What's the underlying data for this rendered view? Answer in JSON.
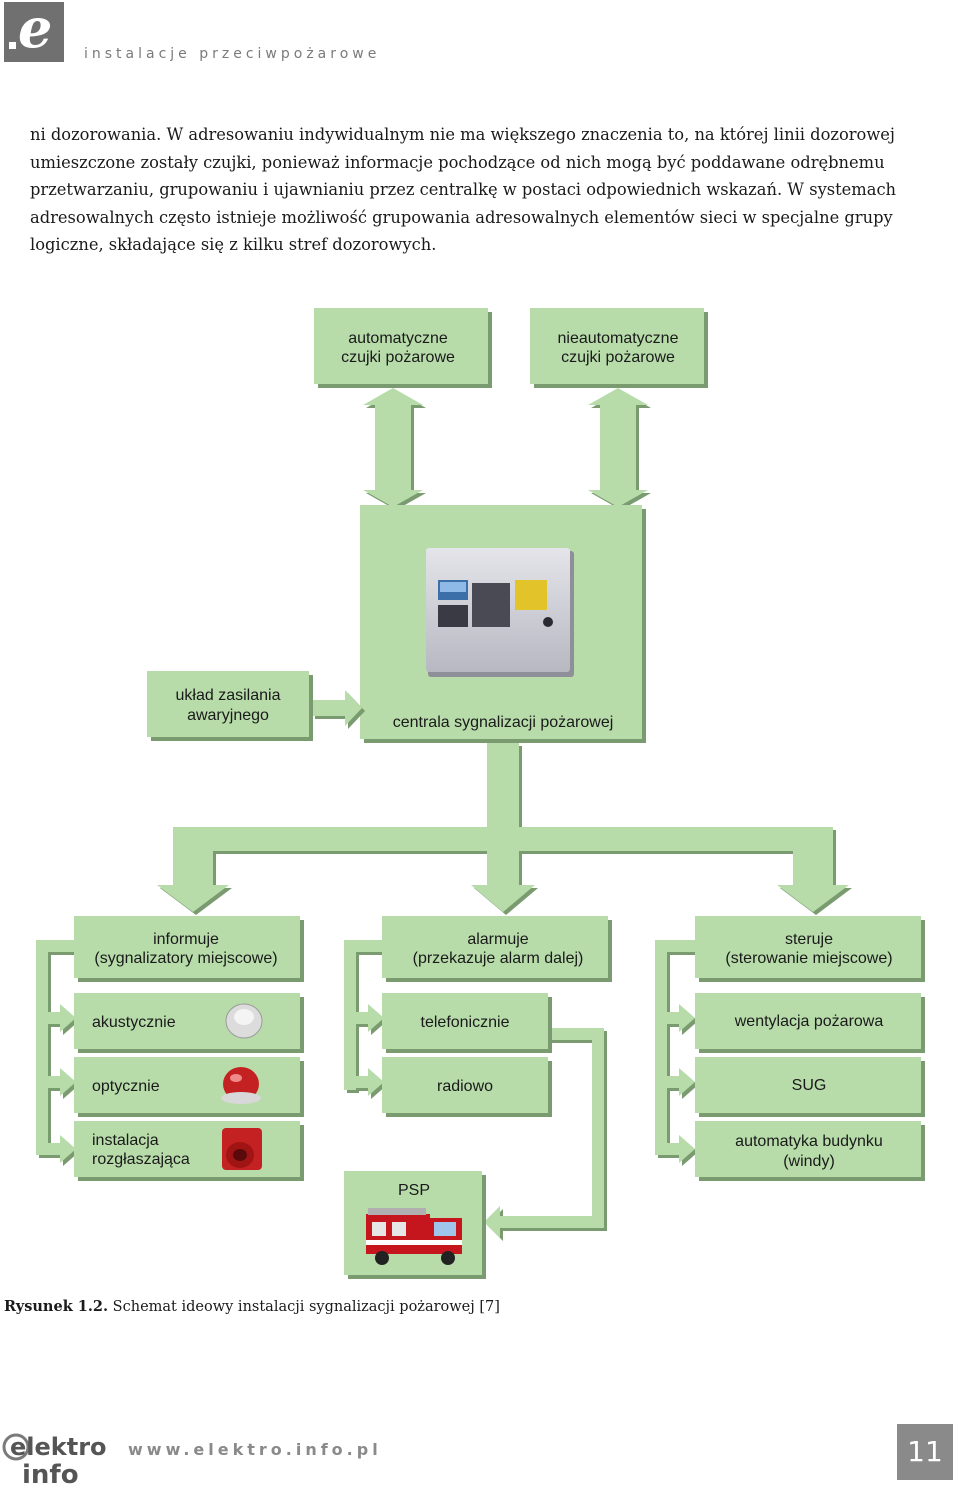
{
  "header": {
    "logo_letter": "e",
    "title": "instalacje przeciwpożarowe"
  },
  "body_text": "ni dozorowania. W adresowaniu indywidualnym nie ma większego znaczenia to, na której linii dozorowej umieszczone zostały czujki, ponieważ informacje pochodzące od nich mogą być poddawane odrębnemu przetwarzaniu, grupowaniu i ujawnianiu przez centralkę w postaci odpowiednich wskazań. W systemach adresowalnych często istnieje możliwość grupowania adresowalnych elementów sieci w specjalne grupy logiczne, składające się z kilku stref dozorowych.",
  "diagram": {
    "colors": {
      "box_fill": "#b7dcaa",
      "box_shadow": "#7a9a70",
      "arrow_fill": "#b7dcaa"
    },
    "auto_detectors": [
      "automatyczne",
      "czujki pożarowe"
    ],
    "manual_detectors": [
      "nieautomatyczne",
      "czujki pożarowe"
    ],
    "panel_label": "centrala sygnalizacji pożarowej",
    "power_supply": [
      "układ zasilania",
      "awaryjnego"
    ],
    "informs": [
      "informuje",
      "(sygnalizatory miejscowe)"
    ],
    "alarms": [
      "alarmuje",
      "(przekazuje alarm dalej)"
    ],
    "controls": [
      "steruje",
      "(sterowanie miejscowe)"
    ],
    "acoustic": "akustycznie",
    "optical": "optycznie",
    "pa_system": [
      "instalacja",
      "rozgłaszająca"
    ],
    "phone": "telefonicznie",
    "radio": "radiowo",
    "psp": "PSP",
    "ventilation": "wentylacja pożarowa",
    "sug": "SUG",
    "automation": [
      "automatyka budynku",
      "(windy)"
    ],
    "icons": [
      "fire-alarm-panel-icon",
      "smoke-detector-icon",
      "beacon-icon",
      "siren-icon",
      "fire-truck-icon"
    ]
  },
  "caption": {
    "label": "Rysunek 1.2.",
    "text": " Schemat ideowy instalacji sygnalizacji pożarowej [7]"
  },
  "footer": {
    "logo_text": [
      "elektro",
      "info"
    ],
    "url": "www.elektro.info.pl",
    "page_number": "11"
  }
}
